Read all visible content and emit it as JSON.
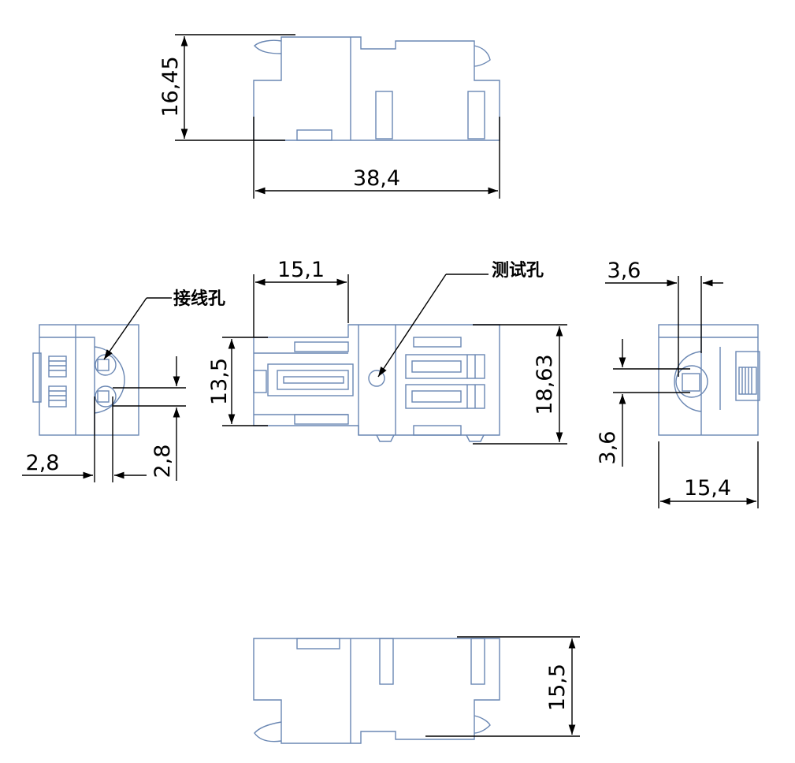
{
  "dimensions": {
    "top_height": "16,45",
    "top_width": "38,4",
    "front_span": "15,1",
    "front_height_inner": "13,5",
    "front_height_outer": "18,63",
    "left_hole_horizontal": "2,8",
    "left_hole_vertical": "2,8",
    "right_hole_horizontal": "3,6",
    "right_hole_vertical": "3,6",
    "right_width": "15,4",
    "bottom_height": "15,5"
  },
  "labels": {
    "wire_hole": "接线孔",
    "test_hole": "测试孔"
  },
  "colors": {
    "part_outline": "#6a87b3",
    "dimension_line": "#000000"
  }
}
